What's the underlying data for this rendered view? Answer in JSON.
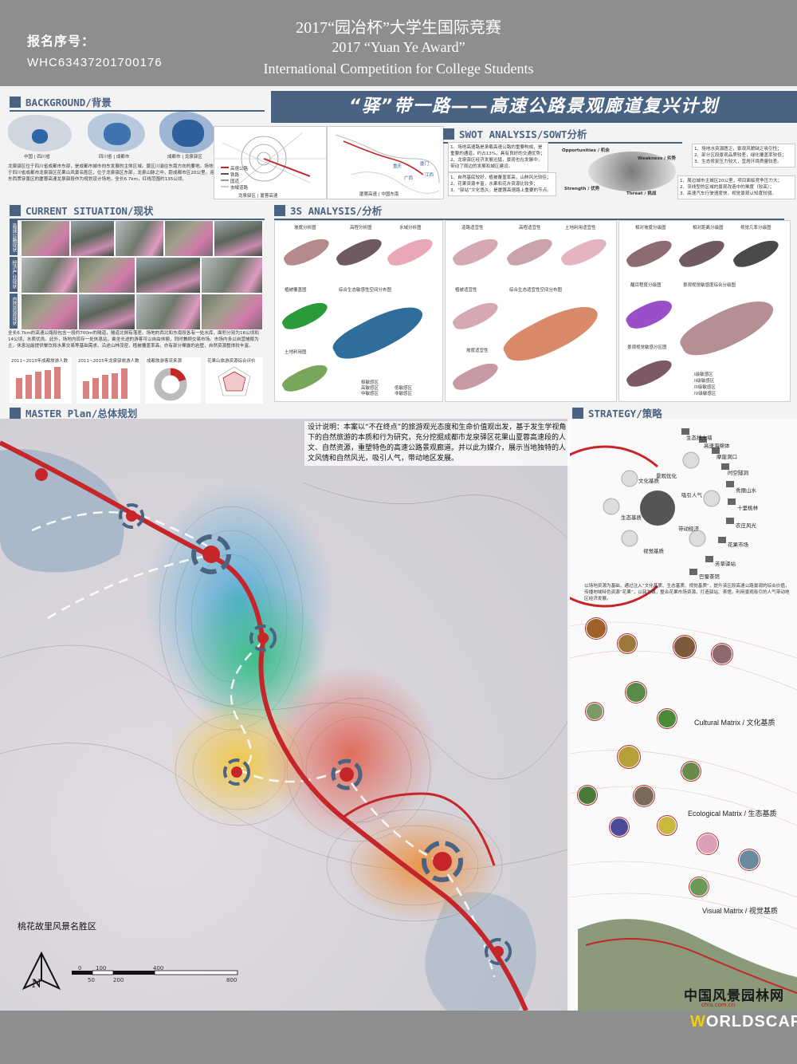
{
  "header": {
    "reg_label": "报名序号：",
    "reg_number": "WHC63437201700176",
    "competition_cn": "2017“园冶杯”大学生国际竞赛",
    "competition_en1": "2017 “Yuan Ye Award”",
    "competition_en2": "International Competition for College Students"
  },
  "title": "“驿”带一路——高速公路景观廊道复兴计划",
  "sections": {
    "background": "BACKGROUND/背景",
    "current": "CURRENT SITUATION/现状",
    "swot": "SWOT ANALYSIS/SOWT分析",
    "three_s": "3S ANALYSIS/分析",
    "master": "MASTER Plan/总体规划",
    "strategy": "STRATEGY/策略"
  },
  "background": {
    "map_captions": [
      "中国 | 四川省",
      "四川省 | 成都市",
      "成都市 | 龙泉驿区"
    ],
    "text": "龙泉驿区位于四川省成都市东部，是成都市城市向东发展的主体区域。景区川渝往东南方向的要地。场地位于四川省成都市龙泉驿区花果山风景名胜区，位于龙泉驿区东部，龙泉山脉之中，距成都市区20公里。连接东西贯穿景区的厦蓉高速龙泉驿段作为规划设计场地，全长6.7km，红线范围约135公顷。",
    "legend": [
      "高速公路",
      "铁路",
      "国道",
      "市域道路"
    ],
    "route_labels": [
      "重庆",
      "广西",
      "厦门",
      "江西"
    ],
    "route_captions": [
      "龙泉驿区 | 厦蓉高速",
      "厦蓉高速 | 中国东南"
    ]
  },
  "current": {
    "tabs": [
      "高速公路现状",
      "经济产业现状",
      "自然资源现状"
    ],
    "text": "全长6.7km的高速公路段包含一段约700m的隧道，隧道北侧有落差。场地的西北和东南段各有一处水库，面积分别为16公顷和14公顷，水质优良。此外，场地内现存一处休息站，乘坐长途的游客可以自由休憩，同时兼顾交易市场。市场内多以自营摊贩为主，休息站能提供餐饮和水果交易等基础需求。沿途山林茂密，植被覆盖率高，亦有部分裸露的岩壁，自然资源整体较丰富。",
    "chart_titles": [
      "2011~2015年成都旅游人数",
      "2011~2015年龙泉驿旅游人数",
      "成都旅游客流来源",
      "花果山旅游资源综合评价"
    ]
  },
  "swot": {
    "labels": {
      "opportunities": "Opportunities / 机会",
      "weakness": "Weakness / 劣势",
      "strength": "Strength / 优势",
      "threat": "Threat / 挑战"
    },
    "opportunities_text": "1、场地高速路是承载高速公路的重要构成，是重要的通道，约占13%，具有良好的交通优势；\n2、龙泉驿区经济发展迅猛，景观也在发展中，带动了周边的发展和城区建设。",
    "weakness_text": "1、场地水资源匮乏，景观风貌缺乏吸引性；\n2、部分区段景观品质较差，绿化覆盖率较低；\n3、生态修复压力较大，宜居环境质量较差。",
    "strength_text": "1、自然基底较好，植被覆盖率高，山林风光较佳；\n2、花果资源丰富，水果和花卉资源比较多；\n3、“驿站”文化悠久，是厦蓉高速路上重要的节点。",
    "threat_text": "1、周边城市主城区20公里，项目面临竞争压力大；\n2、流线型的区域的景观改造中的难度（较高）；\n3、高速汽车行驶速度快，视觉景观认知度较弱。"
  },
  "three_s": {
    "group1": [
      "坡度分析图",
      "高程分析图",
      "水域分析图",
      "植被覆盖图",
      "综合生态敏感性空间分布图",
      "土地利用图"
    ],
    "group2": [
      "道路适宜性",
      "高程适宜性",
      "土地利用适宜性",
      "植被适宜性",
      "综合生态适宜性空间分布图",
      "坡度适宜性"
    ],
    "group3": [
      "相对坡度分级图",
      "相对距离分级图",
      "视觉几率分级图",
      "醒目程度分级图",
      "景观视觉敏感度综合分级图",
      "景观视觉敏感分区图"
    ],
    "legend1": [
      "极敏感区",
      "高敏感区",
      "中敏感区",
      "低敏感区",
      "非敏感区"
    ],
    "legend3": [
      "I级敏感区",
      "II级敏感区",
      "III级敏感区",
      "IV级敏感区"
    ]
  },
  "master": {
    "description": "设计说明：本案以“不在终点”的旅游观光态度和生命价值观出发，基于发生学视角下的自然旅游的本质和行为研究，充分挖掘成都市龙泉驿区花果山夏蓉高速段的人文、自然资源，重塑特色的高速公路景观廊道。并以此为媒介，展示当地独特的人文风情和自然风光，吸引人气，带动地区发展。",
    "scenic_area": "桃花故里风景名胜区",
    "scale_labels": [
      "0",
      "50",
      "100",
      "200",
      "400",
      "800"
    ],
    "north": "N"
  },
  "strategy": {
    "items": [
      "生态挡土墙",
      "高速海绵体",
      "摩崖洞口",
      "时空隧洞",
      "秀丽山水",
      "十里桃林",
      "农庄风光",
      "花果市场",
      "芳草驿站",
      "巴蜀茶馆"
    ],
    "ring": [
      "景观优化",
      "吸引人气",
      "带动经济",
      "文化基质",
      "生态基质",
      "视觉基质"
    ],
    "text": "以场地资源为基础，通过注入“文化基质、生态基质、视觉基质”，提升该区段高速公路景观的综合价值，传播地域特色资源“花果”，以驿为媒，整合花果市场资源，打造驿站、茶馆，利用景观吸引的人气带动地区经济发展。",
    "matrix": [
      "Cultural Matrix / 文化基质",
      "Ecological Matrix / 生态基质",
      "Visual Matrix / 视觉基质"
    ]
  },
  "footer": {
    "brand_cn": "中国风景园林网",
    "brand_url": "chla.com.cn",
    "brand_ws_w": "W",
    "brand_ws_rest": "ORLDSCAPE"
  },
  "colors": {
    "accent": "#4b6383",
    "band": "#8e8e8e",
    "road": "#c4262a"
  }
}
